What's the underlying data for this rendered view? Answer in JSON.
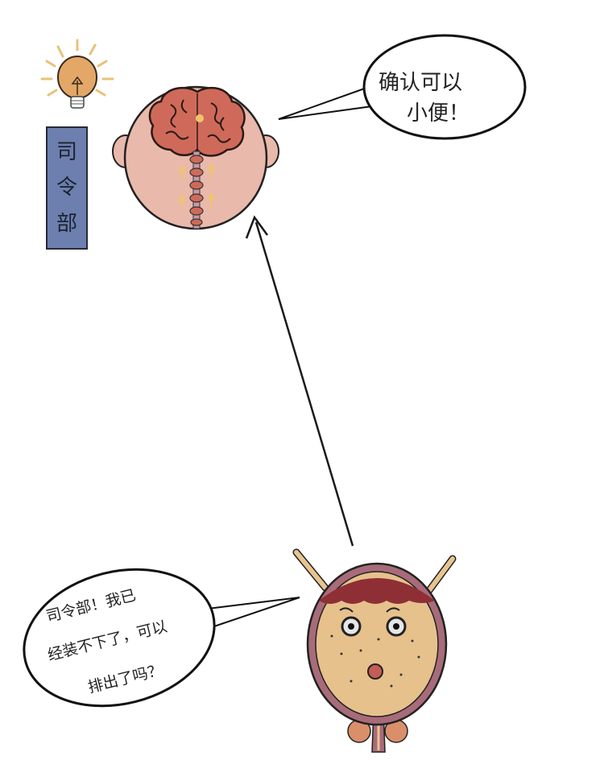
{
  "scene": {
    "title": "Bladder signals brain to urinate",
    "colors": {
      "background": "#ffffff",
      "head_skin": "#e9b9ac",
      "brain": "#cf6a5a",
      "bulb": "#e3a867",
      "bulb_rays": "#e8c27a",
      "sign_bg": "#6c7fae",
      "bladder_wall": "#a86b7a",
      "bladder_fill": "#e6c18c",
      "bladder_top": "#8e2f35",
      "ureter": "#e8c48f",
      "prostate": "#d98f69",
      "arrow": "#1a1a1a"
    }
  },
  "headquarters_sign": {
    "characters": [
      "司",
      "令",
      "部"
    ],
    "label": "司令部"
  },
  "brain_bubble": {
    "line1": "确认可以",
    "line2": "小便！"
  },
  "bladder_bubble": {
    "line1": "司令部！我已",
    "line2": "经装不下了，可以",
    "line3": "排出了吗？"
  }
}
